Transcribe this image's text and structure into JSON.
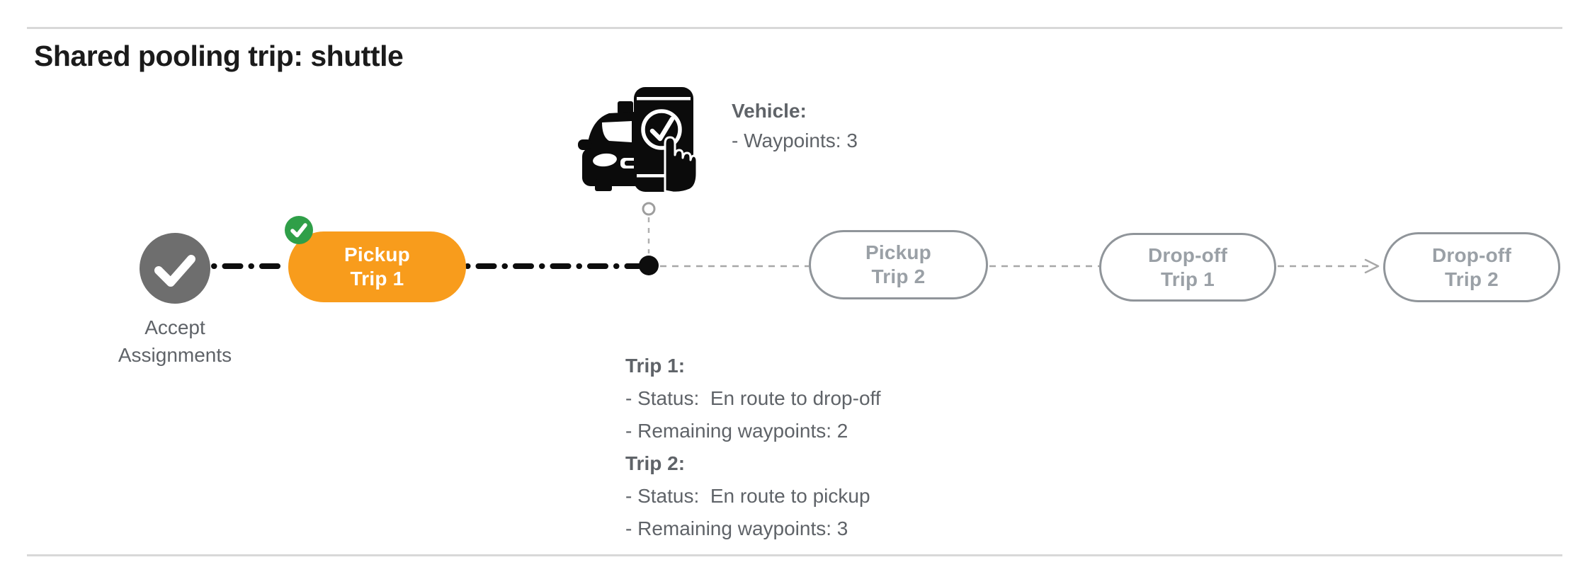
{
  "title": "Shared pooling trip: shuttle",
  "flow": {
    "accept": {
      "line1": "Accept",
      "line2": "Assignments"
    },
    "pickup_trip_1": {
      "line1": "Pickup",
      "line2": "Trip 1"
    },
    "pickup_trip_2": {
      "line1": "Pickup",
      "line2": "Trip 2"
    },
    "dropoff_trip_1": {
      "line1": "Drop-off",
      "line2": "Trip 1"
    },
    "dropoff_trip_2": {
      "line1": "Drop-off",
      "line2": "Trip 2"
    }
  },
  "vehicle_info": {
    "heading": "Vehicle:",
    "waypoints": "- Waypoints: 3"
  },
  "trip_info": {
    "trip1_heading": "Trip 1:",
    "trip1_status": "- Status:  En route to drop-off",
    "trip1_remaining": "- Remaining waypoints: 2",
    "trip2_heading": "Trip 2:",
    "trip2_status": "- Status:  En route to pickup",
    "trip2_remaining": "- Remaining waypoints: 3"
  },
  "icons": {
    "accept_node": "check-icon",
    "pickup_trip_1_badge": "check-badge-icon",
    "vehicle": "car-phone-check-icon"
  },
  "colors": {
    "active_pill": "#F89C1C",
    "done_badge": "#2F9F48",
    "done_circle": "#6E6E6E",
    "upcoming_border": "#90959A",
    "upcoming_text": "#9AA0A6",
    "info_text": "#5F6368",
    "connector_black": "#0D0D0D",
    "connector_gray": "#A8A8A8",
    "divider": "#D8D8D8"
  }
}
